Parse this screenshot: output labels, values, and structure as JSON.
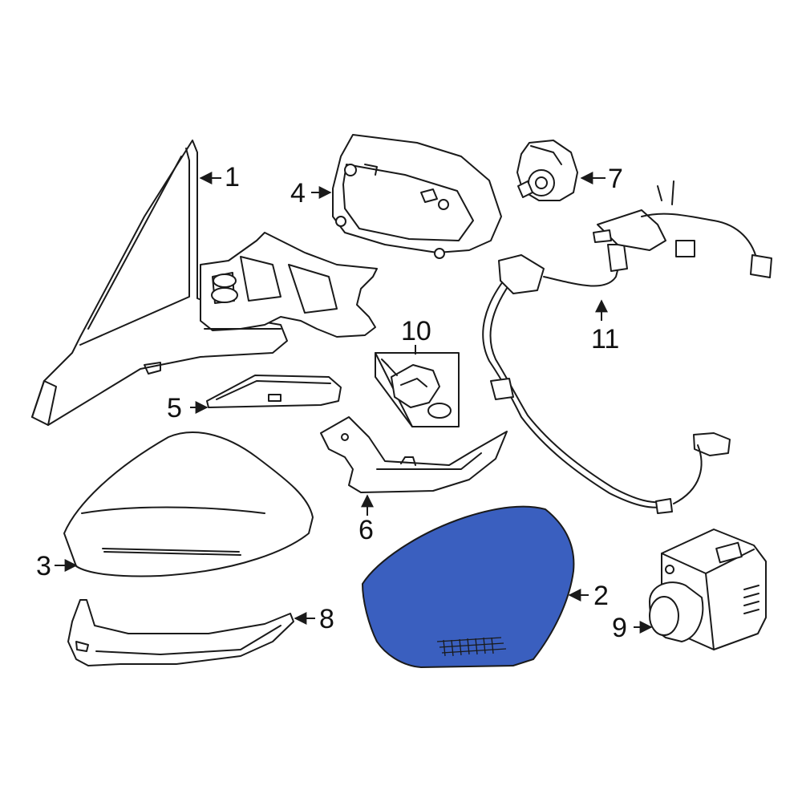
{
  "callouts": [
    {
      "id": "1",
      "text": "1"
    },
    {
      "id": "2",
      "text": "2"
    },
    {
      "id": "3",
      "text": "3"
    },
    {
      "id": "4",
      "text": "4"
    },
    {
      "id": "5",
      "text": "5"
    },
    {
      "id": "6",
      "text": "6"
    },
    {
      "id": "7",
      "text": "7"
    },
    {
      "id": "8",
      "text": "8"
    },
    {
      "id": "9",
      "text": "9"
    },
    {
      "id": "10",
      "text": "10"
    },
    {
      "id": "11",
      "text": "11"
    }
  ],
  "colors": {
    "highlight_part": "#3a5fbf",
    "line": "#1a1a1a",
    "background": "#ffffff"
  }
}
